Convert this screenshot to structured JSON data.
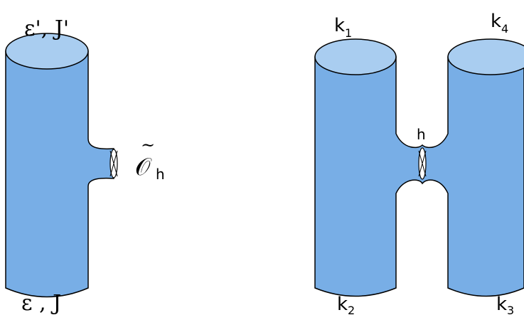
{
  "left_diagram": {
    "top_label": "ε', J'",
    "bottom_label": "ε , J",
    "operator_label": "𝒪",
    "operator_tilde": "~",
    "operator_subscript": "h"
  },
  "right_diagram": {
    "neck_label": "h",
    "top_left": {
      "base": "k",
      "sub": "1"
    },
    "top_right": {
      "base": "k",
      "sub": "4"
    },
    "bottom_left": {
      "base": "k",
      "sub": "2"
    },
    "bottom_right": {
      "base": "k",
      "sub": "3"
    }
  },
  "colors": {
    "tube_fill": "#78aee6",
    "tube_top": "#a9cdf0",
    "stroke": "#000000"
  }
}
